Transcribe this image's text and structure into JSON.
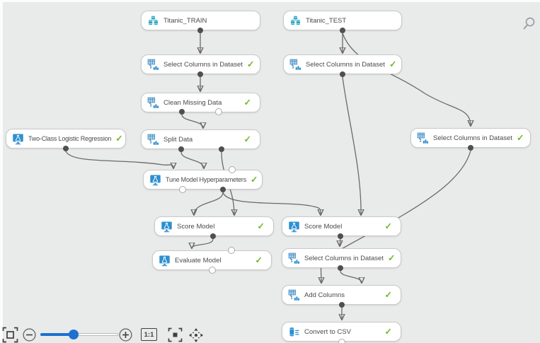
{
  "app": {
    "name": "Machine Learning Studio experiment canvas"
  },
  "glyphs": {
    "check": "✓"
  },
  "nodes": [
    {
      "id": "titanic-train",
      "label": "Titanic_TRAIN",
      "type": "dataset",
      "checked": false
    },
    {
      "id": "titanic-test",
      "label": "Titanic_TEST",
      "type": "dataset",
      "checked": false
    },
    {
      "id": "select-columns-train",
      "label": "Select Columns in Dataset",
      "type": "transform",
      "checked": true
    },
    {
      "id": "select-columns-test",
      "label": "Select Columns in Dataset",
      "type": "transform",
      "checked": true
    },
    {
      "id": "clean-missing-data",
      "label": "Clean Missing Data",
      "type": "transform",
      "checked": true
    },
    {
      "id": "two-class-logistic-regression",
      "label": "Two-Class Logistic Regression",
      "type": "model",
      "checked": true
    },
    {
      "id": "split-data",
      "label": "Split Data",
      "type": "transform",
      "checked": true
    },
    {
      "id": "select-columns-far-right",
      "label": "Select Columns in Dataset",
      "type": "transform",
      "checked": true
    },
    {
      "id": "tune-model-hyperparameters",
      "label": "Tune Model Hyperparameters",
      "type": "model",
      "checked": true
    },
    {
      "id": "score-model-left",
      "label": "Score Model",
      "type": "model",
      "checked": true
    },
    {
      "id": "score-model-right",
      "label": "Score Model",
      "type": "model",
      "checked": true
    },
    {
      "id": "evaluate-model",
      "label": "Evaluate Model",
      "type": "model",
      "checked": true
    },
    {
      "id": "select-columns-mid",
      "label": "Select Columns in Dataset",
      "type": "transform",
      "checked": true
    },
    {
      "id": "add-columns",
      "label": "Add Columns",
      "type": "transform",
      "checked": true
    },
    {
      "id": "convert-to-csv",
      "label": "Convert to CSV",
      "type": "dataset-out",
      "checked": true
    }
  ],
  "connections": [
    {
      "from": "titanic-train",
      "to": "select-columns-train"
    },
    {
      "from": "titanic-test",
      "to": "select-columns-test"
    },
    {
      "from": "titanic-test",
      "to": "select-columns-far-right"
    },
    {
      "from": "select-columns-train",
      "to": "clean-missing-data"
    },
    {
      "from": "clean-missing-data",
      "to": "split-data",
      "from_port": 1
    },
    {
      "from": "two-class-logistic-regression",
      "to": "tune-model-hyperparameters",
      "to_port": 1
    },
    {
      "from": "split-data",
      "to": "tune-model-hyperparameters",
      "from_port": 1,
      "to_port": 2
    },
    {
      "from": "split-data",
      "to": "score-model-left",
      "from_port": 2,
      "to_port": 2
    },
    {
      "from": "tune-model-hyperparameters",
      "to": "score-model-left",
      "from_port": 2,
      "to_port": 1
    },
    {
      "from": "tune-model-hyperparameters",
      "to": "score-model-right",
      "from_port": 2,
      "to_port": 1
    },
    {
      "from": "select-columns-test",
      "to": "score-model-right",
      "to_port": 2
    },
    {
      "from": "score-model-left",
      "to": "evaluate-model",
      "to_port": 1
    },
    {
      "from": "score-model-right",
      "to": "select-columns-mid"
    },
    {
      "from": "select-columns-mid",
      "to": "add-columns",
      "to_port": 2
    },
    {
      "from": "select-columns-far-right",
      "to": "add-columns",
      "to_port": 1
    },
    {
      "from": "add-columns",
      "to": "convert-to-csv"
    }
  ],
  "toolbar": {
    "zoom_reset_label": "1:1"
  },
  "colors": {
    "canvas": "#e9eaea",
    "node_border": "#c9c9c9",
    "edge": "#6a6a6a",
    "check_green": "#6fba2c",
    "dataset_icon_teal": "#2fa8c4",
    "module_icon_blue": "#2d8fd0",
    "slider_blue": "#1d70d0"
  }
}
